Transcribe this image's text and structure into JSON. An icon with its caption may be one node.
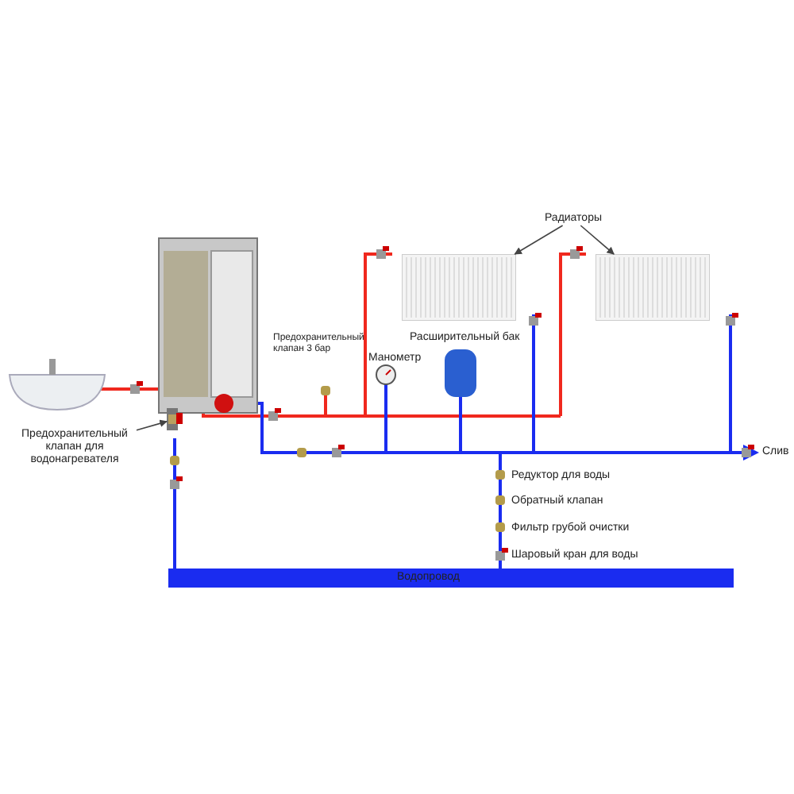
{
  "diagram": {
    "nodes": [
      {
        "text": [
          "Радиаторы"
        ]
      },
      {
        "text": [],
        "shape": "picture"
      },
      {
        "text": [],
        "shape": "picture"
      },
      {
        "text": [
          "Предохранительный клапан для водонагревателя"
        ]
      },
      {
        "text": [],
        "shape": "picture"
      }
    ],
    "edges": [
      {
        "from": 0,
        "to": 1,
        "arrow": "to"
      },
      {
        "from": 0,
        "to": 2,
        "arrow": "to"
      },
      {
        "from": 3,
        "to": 4,
        "arrow": "to"
      }
    ],
    "labels": [
      "Предохранительный клапан 3 бар",
      "Манометр",
      "Расширительный бак",
      "Слив",
      "Редуктор для воды",
      "Обратный клапан",
      "Фильтр грубой очистки",
      "Шаровый кран для воды",
      "Водопровод"
    ]
  }
}
